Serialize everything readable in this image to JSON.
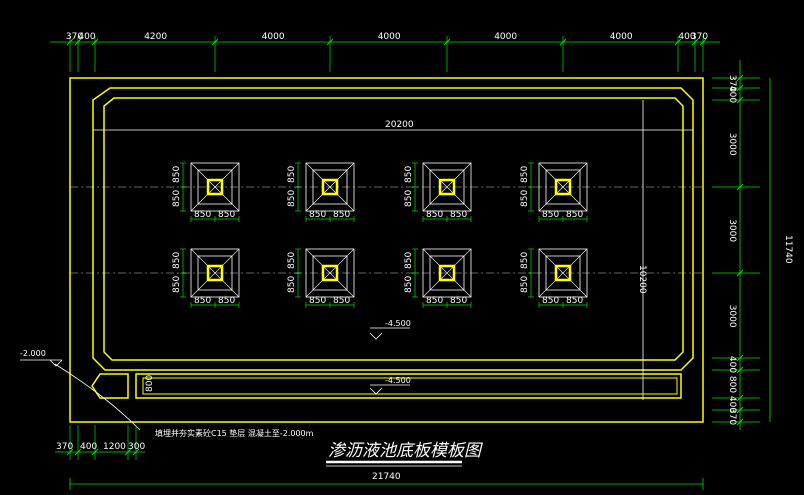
{
  "drawing": {
    "title": "渗沥液池底板模板图",
    "total_width_label": "21740",
    "inner_width_label": "20200",
    "total_height_label": "11740",
    "inner_height_label": "10200",
    "note_text": "填埋并夯实素砼C15 垫层 混凝土至-2.000m",
    "elevation_top": "-2.000",
    "elevation_mid": "-4.500",
    "elevation_bottom": "-4.500",
    "small_box_label": "800",
    "top_dims": [
      "370",
      "400",
      "4200",
      "4000",
      "4000",
      "4000",
      "4000",
      "400",
      "370"
    ],
    "bottom_dims": [
      "370",
      "400",
      "1200",
      "300"
    ],
    "right_dims": [
      "370",
      "400",
      "3000",
      "3000",
      "3000",
      "400",
      "800",
      "400",
      "370"
    ],
    "pile_dim": "850"
  },
  "colors": {
    "wall": "#ffff00",
    "dimension": "#00e000",
    "pile": "#ffffff",
    "background": "#000000"
  }
}
